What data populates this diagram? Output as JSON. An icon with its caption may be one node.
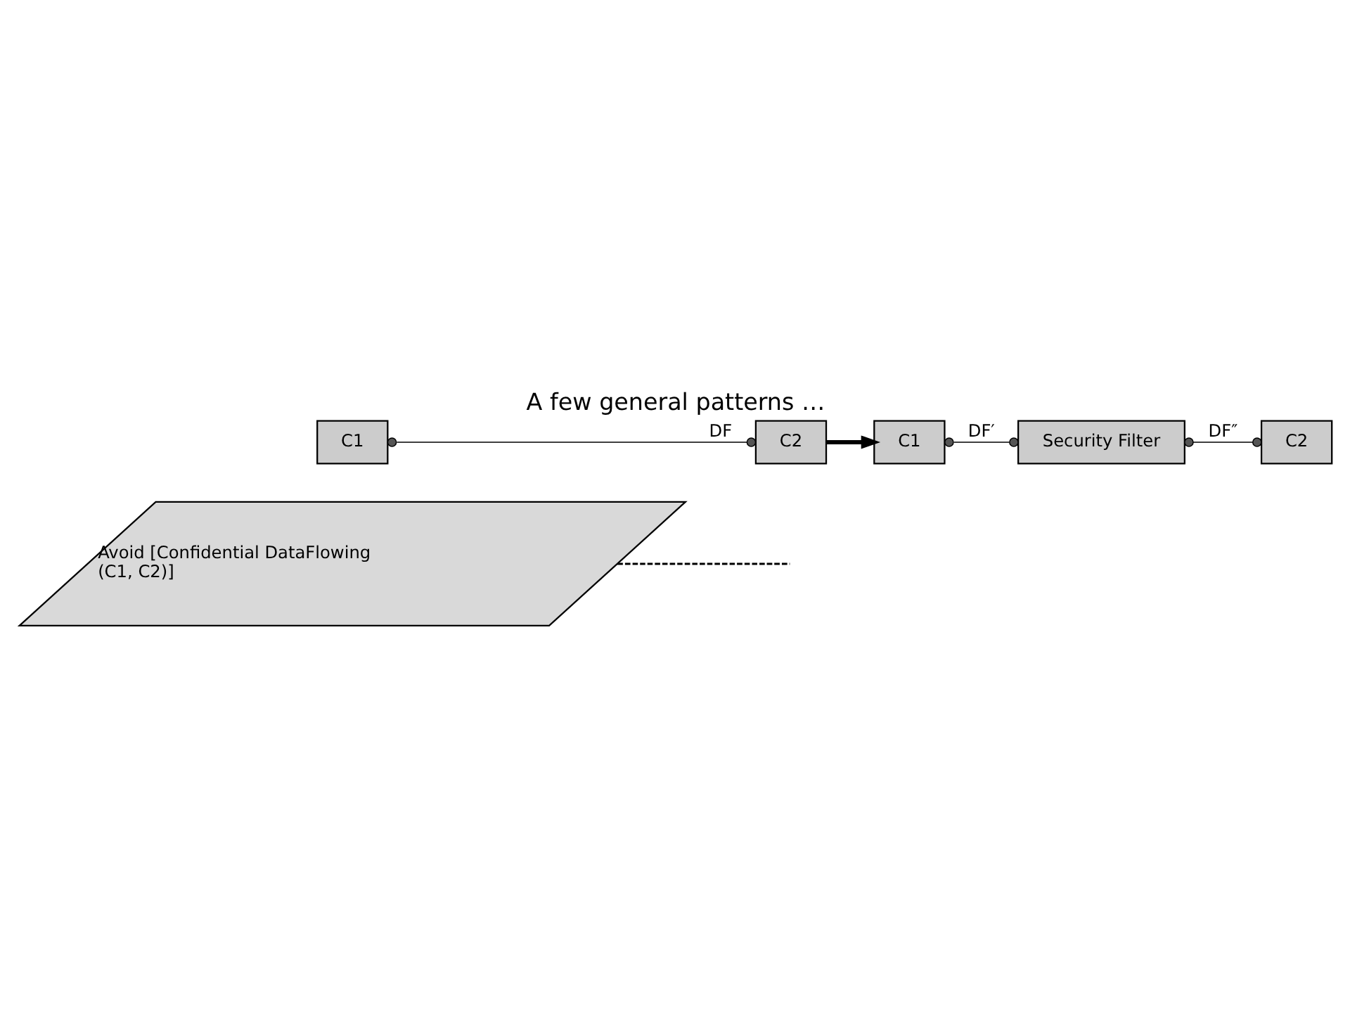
{
  "diagram": {
    "title": "A few general patterns …",
    "nodes": [
      {
        "text": [
          "Avoid [Confidential DataFlowing (C1, C2)]"
        ]
      },
      {
        "text": [
          "C1"
        ]
      },
      {
        "text": [
          "C2"
        ]
      },
      {
        "text": [
          "C1"
        ]
      },
      {
        "text": [
          "Security Filter"
        ]
      },
      {
        "text": [
          "C2"
        ]
      }
    ],
    "edges": [
      {
        "from": 1,
        "to": 2,
        "arrow": "other",
        "label": "DF"
      },
      {
        "from": 0,
        "to": null,
        "arrow": "none",
        "style": "dashed"
      },
      {
        "from": 2,
        "to": 3,
        "arrow": "to",
        "style": "thick"
      },
      {
        "from": 3,
        "to": 4,
        "arrow": "other",
        "label": "DF′"
      },
      {
        "from": 4,
        "to": 5,
        "arrow": "other",
        "label": "DF″"
      }
    ]
  }
}
